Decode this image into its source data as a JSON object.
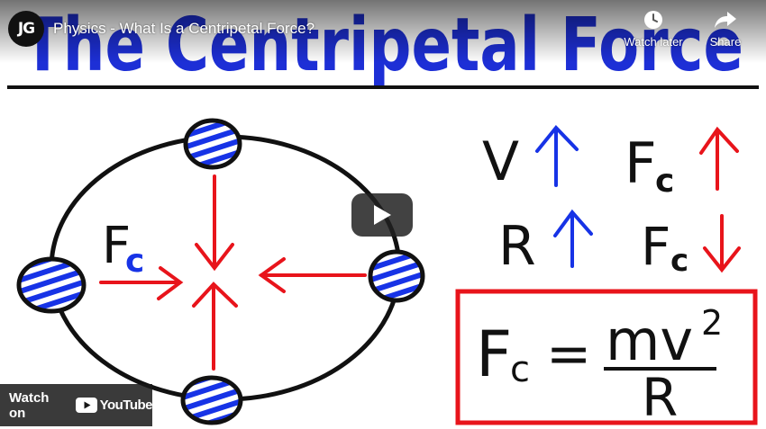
{
  "player": {
    "channel_initials": "JG",
    "video_title": "Physics - What Is a Centripetal Force?",
    "watch_later_label": "Watch later",
    "share_label": "Share",
    "watch_on_label": "Watch on",
    "youtube_wordmark": "YouTube"
  },
  "thumbnail": {
    "heading": "The Centripetal Force",
    "force_label_main": "F",
    "force_label_sub": "c",
    "relations": [
      {
        "variable": "V",
        "var_arrow": "up",
        "result": "F",
        "result_sub": "c",
        "result_arrow": "up"
      },
      {
        "variable": "R",
        "var_arrow": "up",
        "result": "F",
        "result_sub": "c",
        "result_arrow": "down"
      }
    ],
    "formula": {
      "lhs": "F",
      "lhs_sub": "c",
      "equals": "=",
      "numerator": "mv",
      "exponent": "2",
      "denominator": "R"
    }
  },
  "colors": {
    "heading_blue": "#1d2fd6",
    "arrow_blue": "#1733e6",
    "arrow_red": "#e8141b",
    "ink_black": "#111111",
    "youtube_red": "#ff0000"
  }
}
